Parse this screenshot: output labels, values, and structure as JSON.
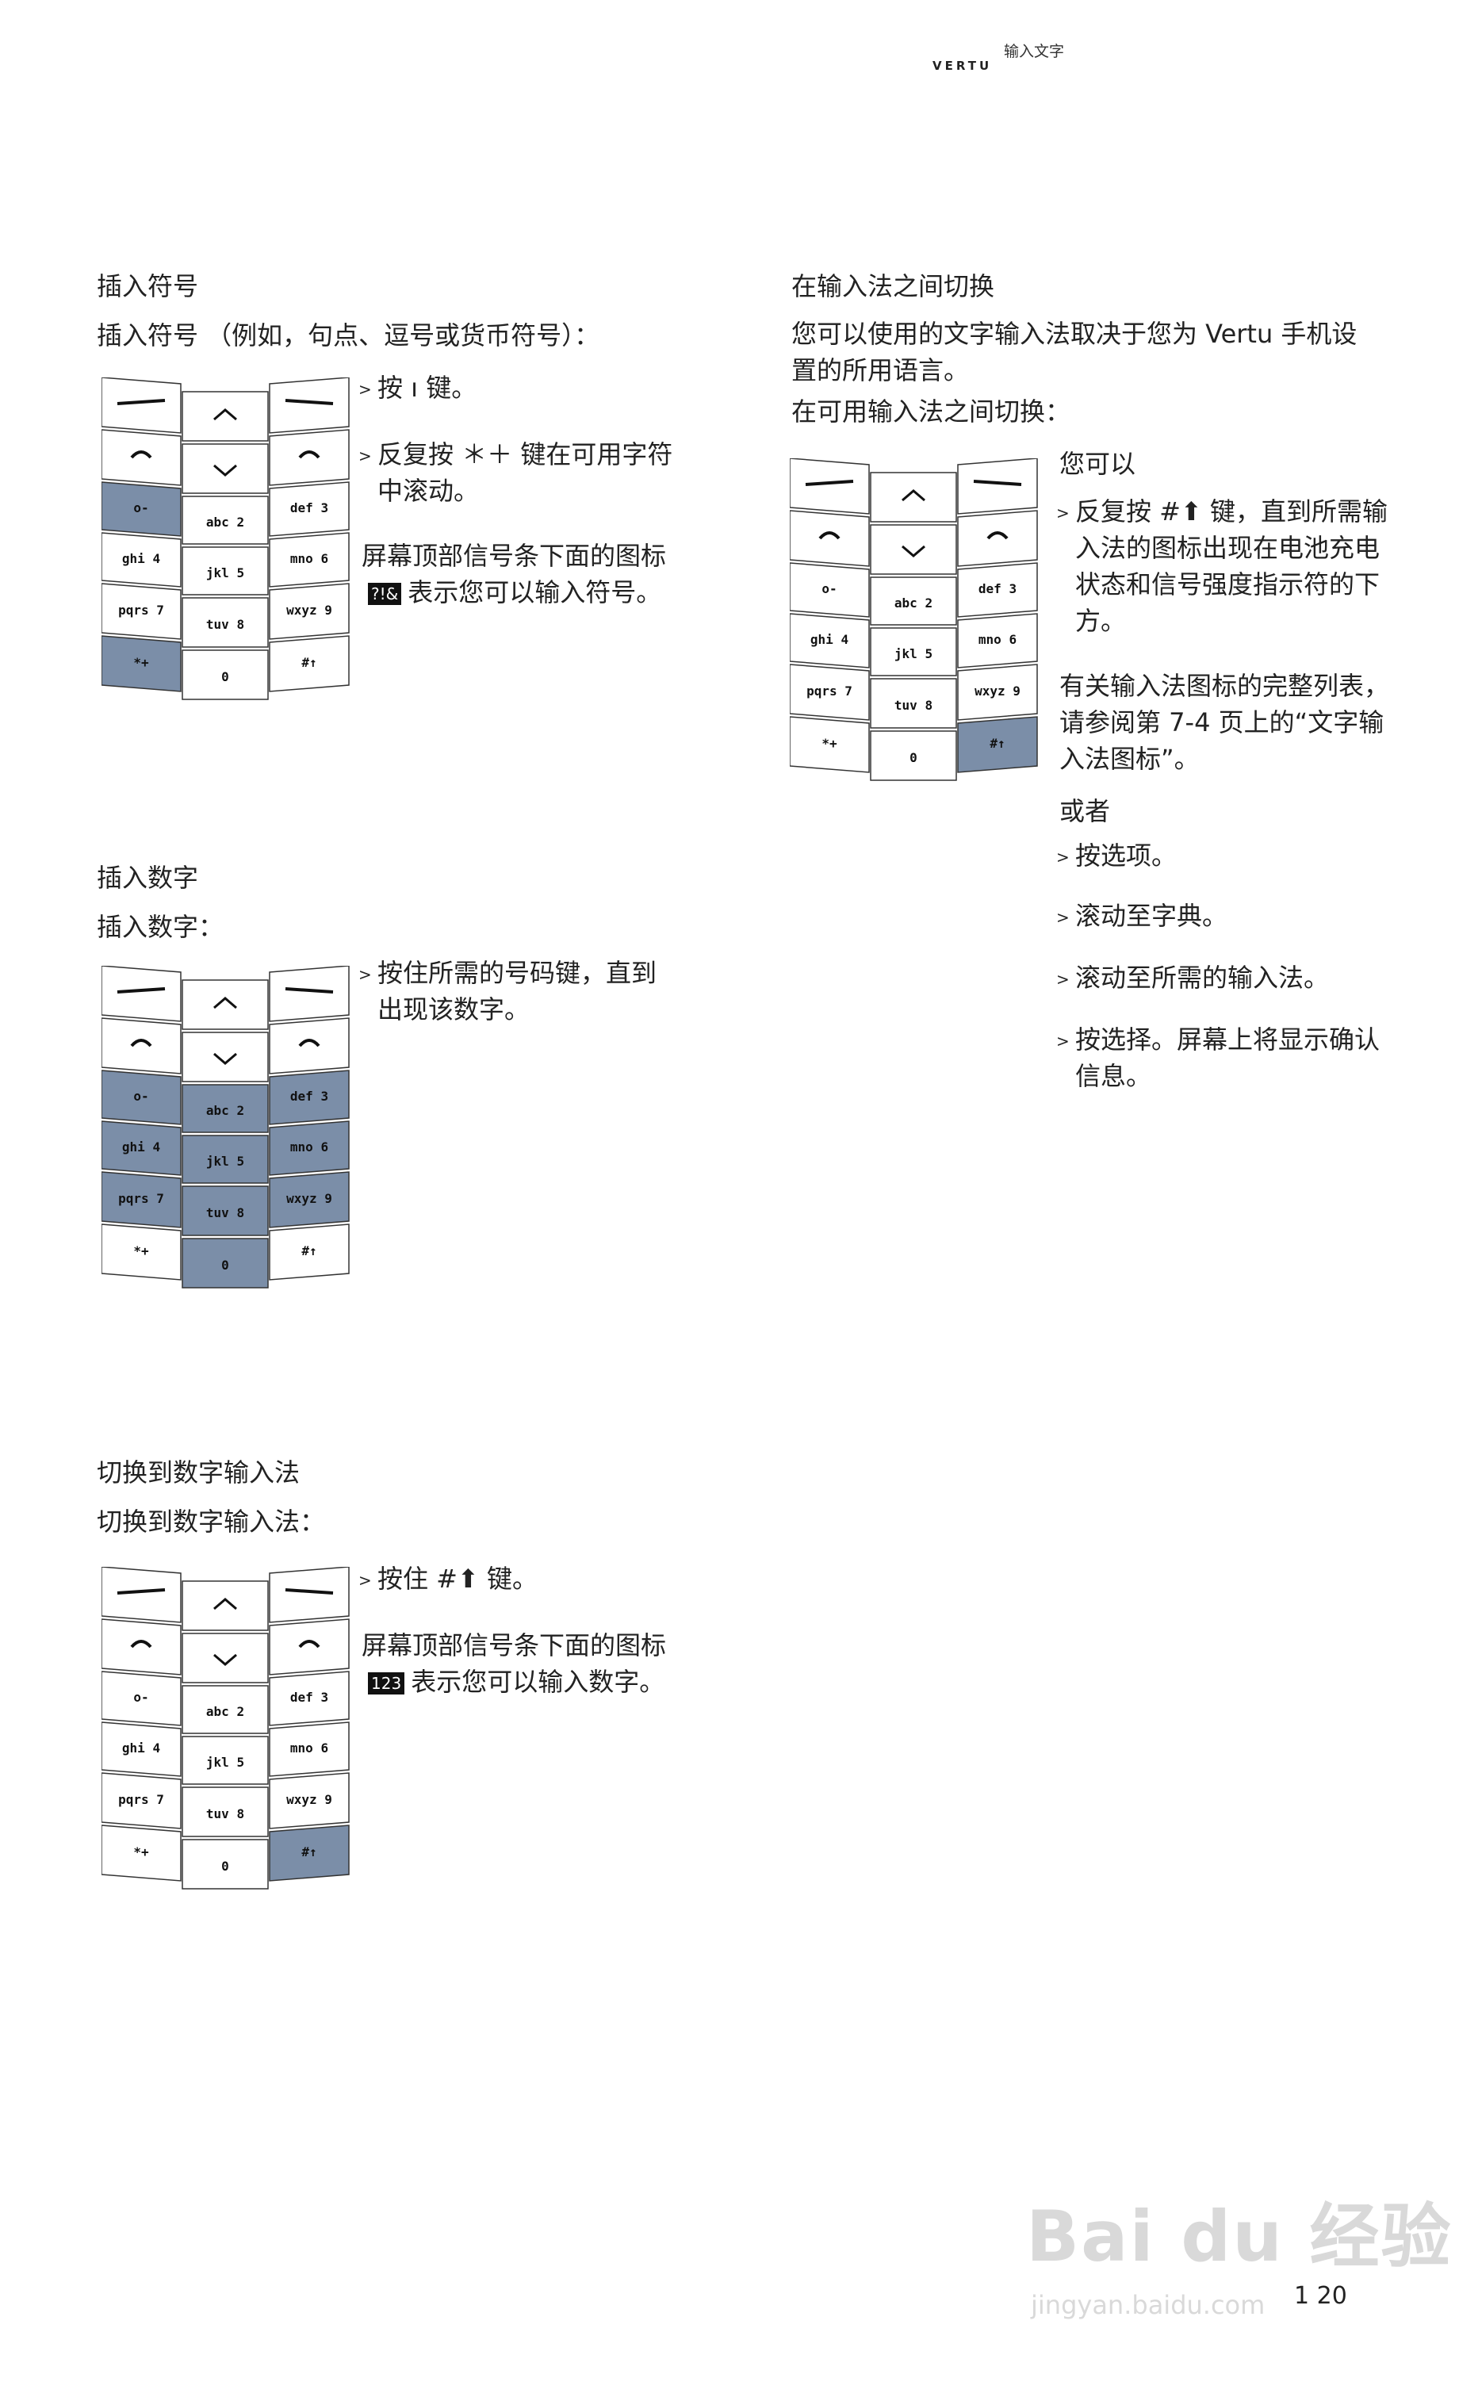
{
  "header": {
    "brand": "VERTU",
    "title": "输入文字"
  },
  "left": {
    "symbols": {
      "heading": "插入符号",
      "intro": "插入符号 （例如，句点、逗号或货币符号）：",
      "step1": "按 ı 键。",
      "step2": "反复按 ＊＋ 键在可用字符中滚动。",
      "note_pre": "屏幕顶部信号条下面的图标",
      "note_icon": "?!&",
      "note_post": "表示您可以输入符号。"
    },
    "numbers": {
      "heading": "插入数字",
      "intro": "插入数字：",
      "step1": "按住所需的号码键，直到出现该数字。"
    },
    "numeric_mode": {
      "heading": "切换到数字输入法",
      "intro": "切换到数字输入法：",
      "step1": "按住 #⬆ 键。",
      "note_pre": "屏幕顶部信号条下面的图标",
      "note_icon": "123",
      "note_post": "表示您可以输入数字。"
    }
  },
  "right": {
    "switch": {
      "heading": "在输入法之间切换",
      "intro": "您可以使用的文字输入法取决于您为 Vertu 手机设置的所用语言。",
      "intro2": "在可用输入法之间切换：",
      "you_can": "您可以",
      "step1": "反复按 #⬆ 键，直到所需输入法的图标出现在电池充电状态和信号强度指示符的下方。",
      "note": "有关输入法图标的完整列表，请参阅第 7-4 页上的“文字输入法图标”。",
      "or": "或者",
      "step_a": "按选项。",
      "step_b": "滚动至字典。",
      "step_c": "滚动至所需的输入法。",
      "step_d": "按选择。屏幕上将显示确认信息。"
    }
  },
  "keypad_keys": {
    "row3": [
      "o-",
      "abc 2",
      "def 3"
    ],
    "row4": [
      "ghi 4",
      "jkl 5",
      "mno 6"
    ],
    "row5": [
      "pqrs 7",
      "tuv 8",
      "wxyz 9"
    ],
    "row6": [
      "*+",
      "0",
      "#↑"
    ]
  },
  "colors": {
    "highlight": "#7b8ea8",
    "key": "#ffffff",
    "key_border": "#333333"
  },
  "watermark": {
    "main": "Bai du 经验",
    "sub": "jingyan.baidu.com"
  },
  "page_number": "1 20"
}
